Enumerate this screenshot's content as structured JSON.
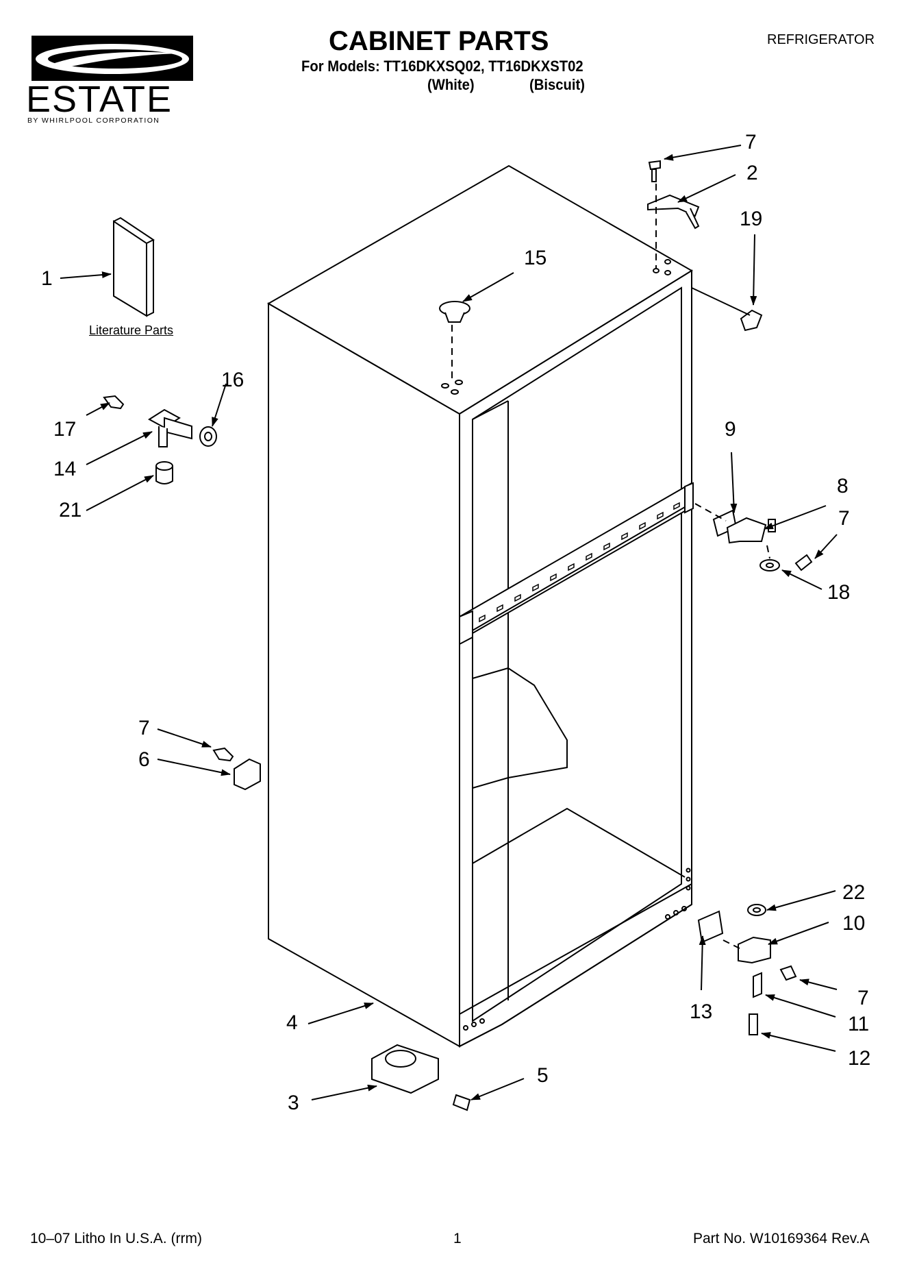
{
  "brand": {
    "name": "ESTATE",
    "subtitle": "BY WHIRLPOOL CORPORATION"
  },
  "header": {
    "title": "CABINET PARTS",
    "models_line": "For Models: TT16DKXSQ02, TT16DKXST02",
    "color_1": "(White)",
    "color_2": "(Biscuit)",
    "category": "REFRIGERATOR"
  },
  "literature_label": "Literature Parts",
  "callouts": {
    "c1": "1",
    "c2": "2",
    "c3": "3",
    "c4": "4",
    "c5": "5",
    "c6": "6",
    "c7a": "7",
    "c7b": "7",
    "c7c": "7",
    "c7d": "7",
    "c8": "8",
    "c9": "9",
    "c10": "10",
    "c11": "11",
    "c12": "12",
    "c13": "13",
    "c14": "14",
    "c15": "15",
    "c16": "16",
    "c17": "17",
    "c18": "18",
    "c19": "19",
    "c21": "21",
    "c22": "22"
  },
  "footer": {
    "left": "10–07 Litho In U.S.A. (rrm)",
    "page": "1",
    "right": "Part No. W10169364 Rev.A"
  }
}
